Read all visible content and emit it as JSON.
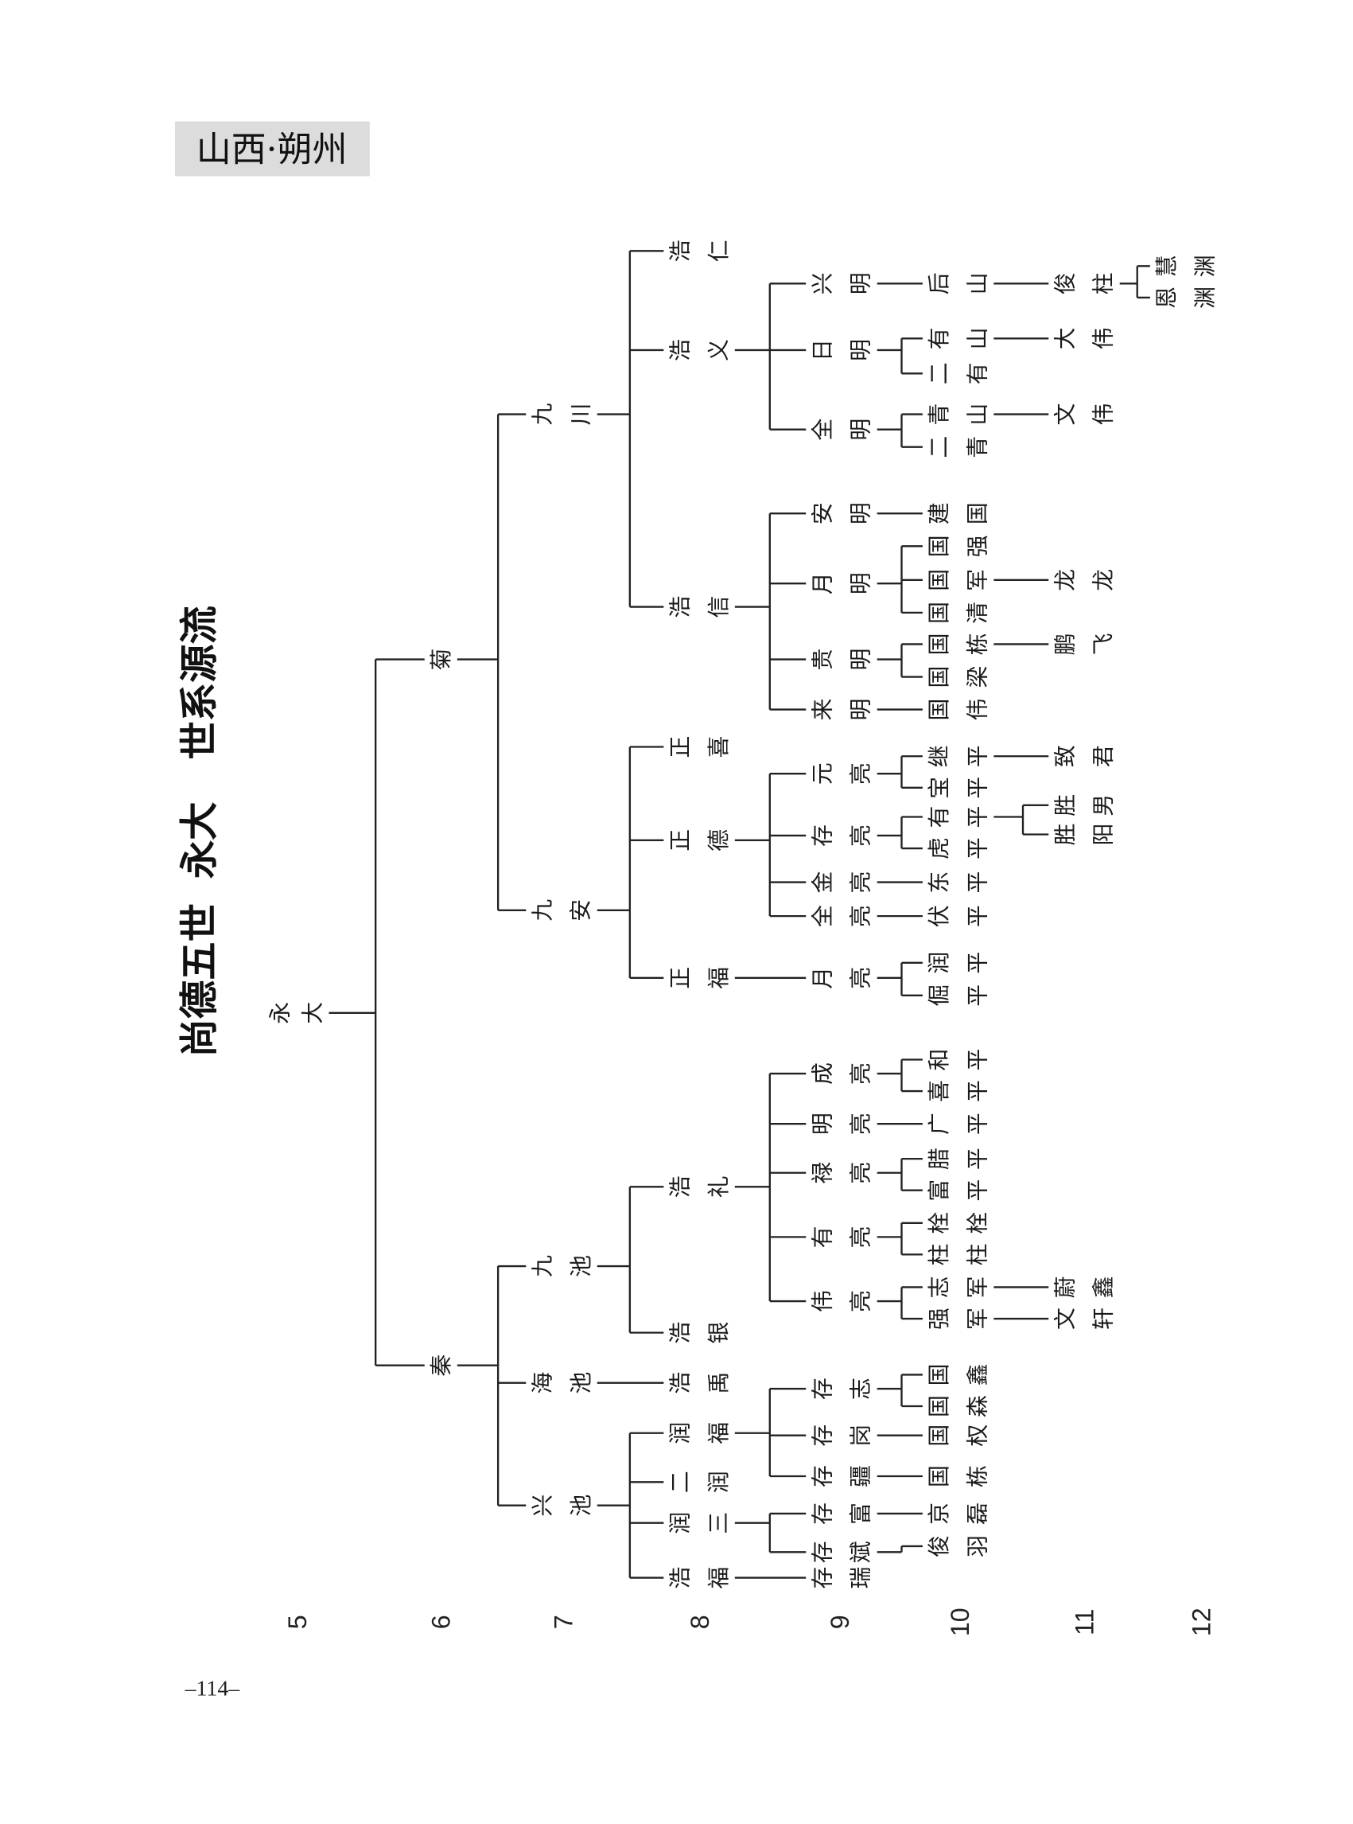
{
  "header": {
    "region_label": "山西·朔州"
  },
  "title": {
    "part1": "尚德五世",
    "part2": "永大",
    "part3": "世系源流"
  },
  "generation_labels": [
    "5",
    "6",
    "7",
    "8",
    "9",
    "10",
    "11",
    "12"
  ],
  "page_number": "–114–",
  "tree": {
    "name": "永大",
    "children": [
      {
        "name": "菊",
        "children": [
          {
            "name": "九川",
            "children": [
              {
                "name": "浩仁"
              },
              {
                "name": "浩义",
                "children": [
                  {
                    "name": "兴明",
                    "children": [
                      {
                        "name": "后山",
                        "children": [
                          {
                            "name": "俊柱",
                            "children": [
                              {
                                "name": "慧渊"
                              },
                              {
                                "name": "恩渊"
                              }
                            ]
                          }
                        ]
                      }
                    ]
                  },
                  {
                    "name": "日明",
                    "children": [
                      {
                        "name": "有山",
                        "children": [
                          {
                            "name": "大伟"
                          }
                        ]
                      },
                      {
                        "name": "二有"
                      }
                    ]
                  },
                  {
                    "name": "全明",
                    "children": [
                      {
                        "name": "青山",
                        "children": [
                          {
                            "name": "文伟"
                          }
                        ]
                      },
                      {
                        "name": "二青"
                      }
                    ]
                  }
                ]
              },
              {
                "name": "浩信",
                "children": [
                  {
                    "name": "安明",
                    "children": [
                      {
                        "name": "建国"
                      }
                    ]
                  },
                  {
                    "name": "月明",
                    "children": [
                      {
                        "name": "国强"
                      },
                      {
                        "name": "国军",
                        "children": [
                          {
                            "name": "龙龙"
                          }
                        ]
                      },
                      {
                        "name": "国清"
                      }
                    ]
                  },
                  {
                    "name": "贵明",
                    "children": [
                      {
                        "name": "国栋",
                        "children": [
                          {
                            "name": "鹏飞"
                          }
                        ]
                      },
                      {
                        "name": "国梁"
                      }
                    ]
                  },
                  {
                    "name": "来明",
                    "children": [
                      {
                        "name": "国伟"
                      }
                    ]
                  }
                ]
              }
            ]
          },
          {
            "name": "九安",
            "children": [
              {
                "name": "正喜"
              },
              {
                "name": "正德",
                "children": [
                  {
                    "name": "元亮",
                    "children": [
                      {
                        "name": "继平",
                        "children": [
                          {
                            "name": "致君"
                          }
                        ]
                      },
                      {
                        "name": "宝平"
                      }
                    ]
                  },
                  {
                    "name": "存亮",
                    "children": [
                      {
                        "name": "有平",
                        "children": [
                          {
                            "name": "胜男"
                          },
                          {
                            "name": "胜阳"
                          }
                        ]
                      },
                      {
                        "name": "虎平"
                      }
                    ]
                  },
                  {
                    "name": "金亮",
                    "children": [
                      {
                        "name": "东平"
                      }
                    ]
                  },
                  {
                    "name": "全亮",
                    "children": [
                      {
                        "name": "伏平"
                      }
                    ]
                  }
                ]
              },
              {
                "name": "正福",
                "children": [
                  {
                    "name": "月亮",
                    "children": [
                      {
                        "name": "润平"
                      },
                      {
                        "name": "倔平"
                      }
                    ]
                  }
                ]
              }
            ]
          }
        ]
      },
      {
        "name": "秦",
        "children": [
          {
            "name": "九池",
            "children": [
              {
                "name": "浩礼",
                "children": [
                  {
                    "name": "成亮",
                    "children": [
                      {
                        "name": "和平"
                      },
                      {
                        "name": "喜平"
                      }
                    ]
                  },
                  {
                    "name": "明亮",
                    "children": [
                      {
                        "name": "广平"
                      }
                    ]
                  },
                  {
                    "name": "禄亮",
                    "children": [
                      {
                        "name": "腊平"
                      },
                      {
                        "name": "富平"
                      }
                    ]
                  },
                  {
                    "name": "有亮",
                    "children": [
                      {
                        "name": "栓栓"
                      },
                      {
                        "name": "柱柱"
                      }
                    ]
                  },
                  {
                    "name": "伟亮",
                    "children": [
                      {
                        "name": "志军",
                        "children": [
                          {
                            "name": "蔚鑫"
                          }
                        ]
                      },
                      {
                        "name": "强军",
                        "children": [
                          {
                            "name": "文轩"
                          }
                        ]
                      }
                    ]
                  }
                ]
              },
              {
                "name": "浩银"
              }
            ]
          },
          {
            "name": "海池",
            "children": [
              {
                "name": "浩禹"
              }
            ]
          },
          {
            "name": "兴池",
            "children": [
              {
                "name": "润福",
                "children": [
                  {
                    "name": "存志",
                    "children": [
                      {
                        "name": "国鑫"
                      },
                      {
                        "name": "国森"
                      }
                    ]
                  },
                  {
                    "name": "存岗",
                    "children": [
                      {
                        "name": "国权"
                      }
                    ]
                  },
                  {
                    "name": "存疆",
                    "children": [
                      {
                        "name": "国栋"
                      }
                    ]
                  }
                ]
              },
              {
                "name": "二润"
              },
              {
                "name": "润三",
                "children": [
                  {
                    "name": "存富",
                    "children": [
                      {
                        "name": "京磊"
                      }
                    ]
                  },
                  {
                    "name": "存斌",
                    "children": [
                      {
                        "name": "俊羽"
                      }
                    ]
                  }
                ]
              },
              {
                "name": "浩福",
                "children": [
                  {
                    "name": "存瑞"
                  }
                ]
              }
            ]
          }
        ]
      }
    ]
  }
}
